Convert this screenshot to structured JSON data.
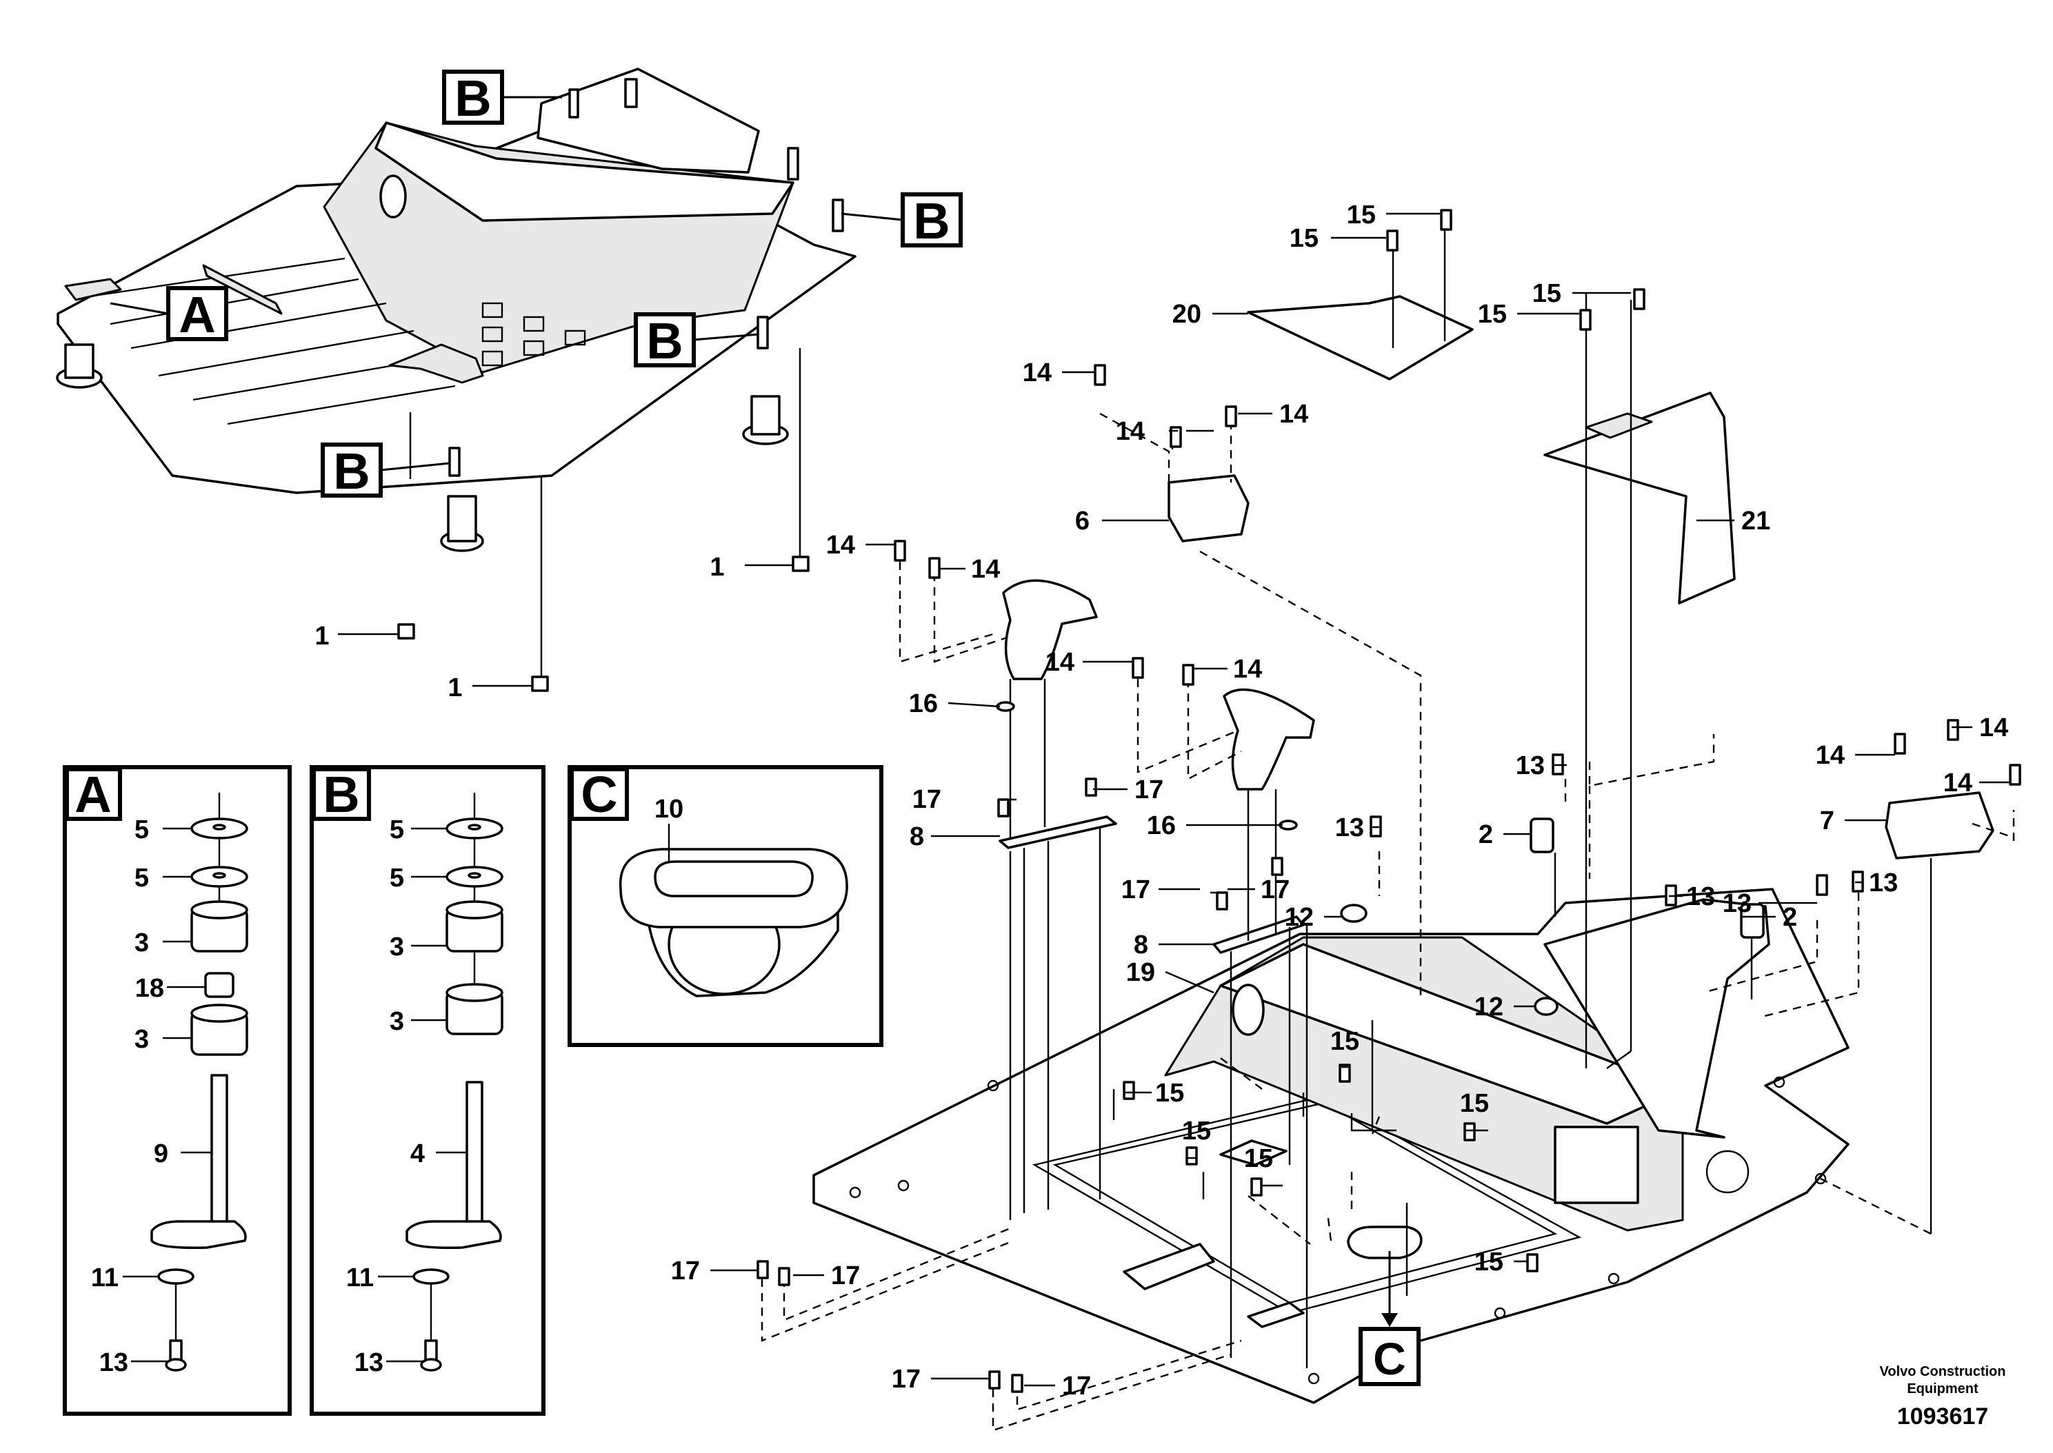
{
  "drawing": {
    "credit_line1": "Volvo Construction",
    "credit_line2": "Equipment",
    "doc_number": "1093617"
  },
  "view_tags": {
    "a": "A",
    "b": "B",
    "c": "C"
  },
  "panels": {
    "a": {
      "tag": "A"
    },
    "b": {
      "tag": "B"
    },
    "c": {
      "tag": "C"
    }
  },
  "callouts": {
    "p1": "1",
    "p2": "2",
    "p3": "3",
    "p4": "4",
    "p5": "5",
    "p6": "6",
    "p7": "7",
    "p8": "8",
    "p9": "9",
    "p10": "10",
    "p11": "11",
    "p12": "12",
    "p13": "13",
    "p14": "14",
    "p15": "15",
    "p16": "16",
    "p17": "17",
    "p18": "18",
    "p19": "19",
    "p20": "20",
    "p21": "21"
  }
}
